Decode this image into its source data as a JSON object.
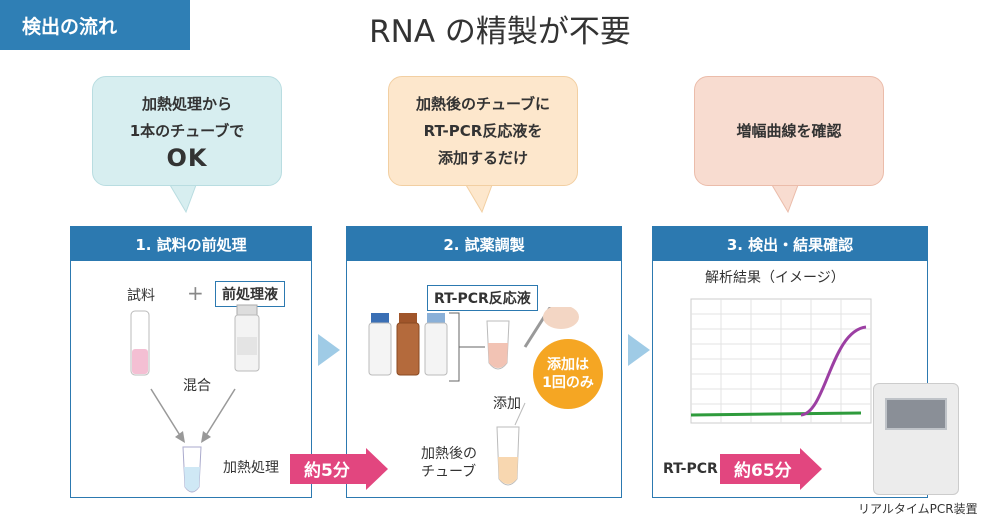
{
  "header": {
    "tag": "検出の流れ",
    "title": "RNA の精製が不要"
  },
  "bubbles": {
    "step1": {
      "line1": "加熱処理から",
      "line2": "1本のチューブで",
      "emphasis": "OK"
    },
    "step2": {
      "line1": "加熱後のチューブに",
      "line2": "RT-PCR反応液を",
      "line3": "添加するだけ"
    },
    "step3": {
      "line1": "増幅曲線を確認"
    }
  },
  "panels": {
    "p1": {
      "title": "1. 試料の前処理",
      "sample": "試料",
      "plus": "+",
      "pretreat": "前処理液",
      "mix": "混合",
      "heat": "加熱処理"
    },
    "p2": {
      "title": "2. 試薬調製",
      "reagent": "RT-PCR反応液",
      "add": "添加",
      "tube": "加熱後の",
      "tube2": "チューブ",
      "once1": "添加は",
      "once2": "1回のみ"
    },
    "p3": {
      "title": "3. 検出・結果確認",
      "result": "解析結果（イメージ）",
      "rtpcr": "RT-PCR",
      "device": "リアルタイムPCR装置"
    }
  },
  "arrows": {
    "time1": "約5分",
    "time2": "約65分"
  },
  "colors": {
    "blue": "#2c79b0",
    "pink_arrow": "#e2467f",
    "chevron": "#9fcbe6",
    "curve": "#9c3fa3",
    "baseline": "#2e9b3c"
  }
}
